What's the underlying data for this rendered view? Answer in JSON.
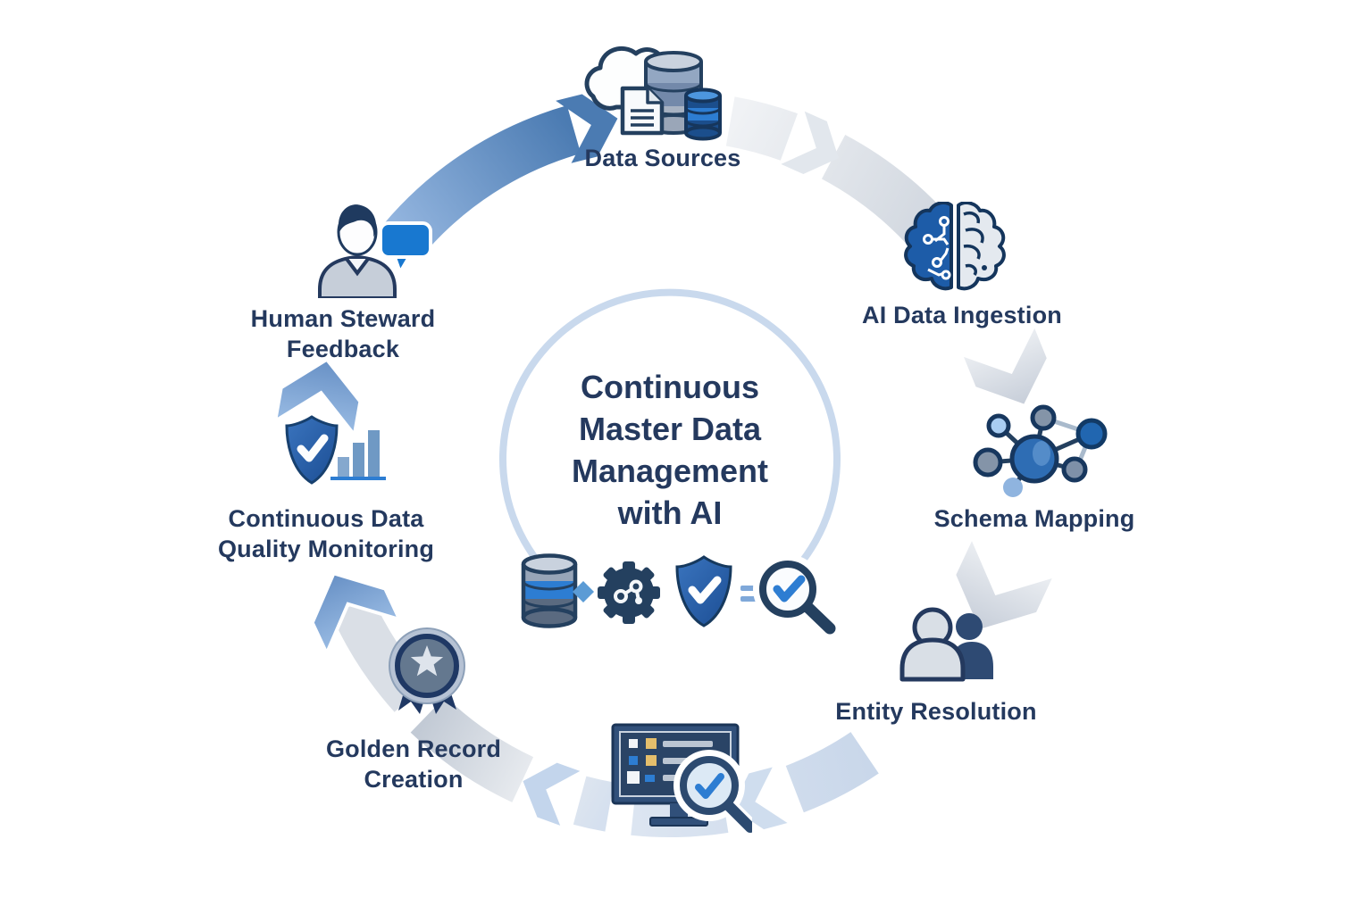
{
  "diagram": {
    "name": "continuous-master-data-management-cycle",
    "center": {
      "title_lines": [
        "Continuous",
        "Master Data",
        "Management",
        "with AI"
      ],
      "icon_names": [
        "database-icon",
        "diamond-separator-icon",
        "ai-gear-icon",
        "shield-check-icon",
        "equals-separator-icon",
        "magnifier-check-icon"
      ]
    },
    "stages": [
      {
        "id": "data-sources",
        "lines": [
          "Data Sources"
        ],
        "icon": "cloud-database-document-icon"
      },
      {
        "id": "ai-data-ingestion",
        "lines": [
          "AI Data Ingestion"
        ],
        "icon": "ai-brain-circuit-icon"
      },
      {
        "id": "schema-mapping",
        "lines": [
          "Schema Mapping"
        ],
        "icon": "network-nodes-icon"
      },
      {
        "id": "entity-resolution",
        "lines": [
          "Entity Resolution"
        ],
        "icon": "two-people-icon"
      },
      {
        "id": "record-review",
        "lines": [],
        "icon": "monitor-checklist-magnifier-icon"
      },
      {
        "id": "golden-record-creation",
        "lines": [
          "Golden Record",
          "Creation"
        ],
        "icon": "medal-star-icon"
      },
      {
        "id": "continuous-data-quality-monitoring",
        "lines": [
          "Continuous Data",
          "Quality Monitoring"
        ],
        "icon": "shield-check-barchart-icon"
      },
      {
        "id": "human-steward-feedback",
        "lines": [
          "Human Steward",
          "Feedback"
        ],
        "icon": "person-speech-bubble-icon"
      }
    ],
    "colors": {
      "label_text": "#24395E",
      "dark_navy": "#1F3A5F",
      "accent_blue": "#2D7DD2",
      "steel_blue": "#4B7BB2",
      "light_blue_ring": "#C9D9ED",
      "arc_gray": "#D2D8E0",
      "arc_blue_gray": "#C9D7EA",
      "gold": "#E4BE6C"
    }
  }
}
